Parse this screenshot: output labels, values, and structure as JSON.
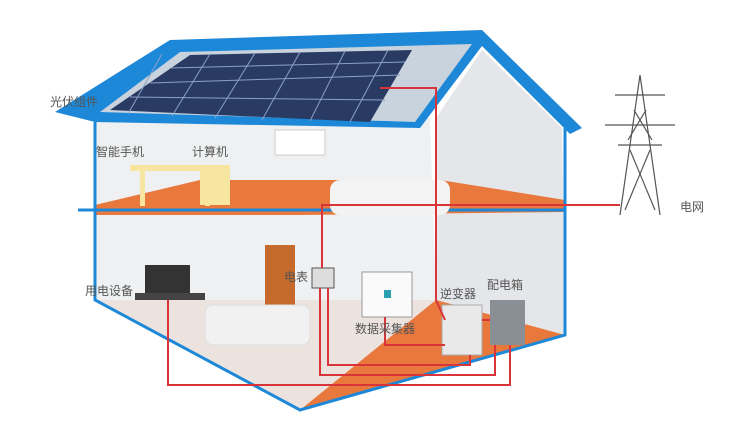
{
  "labels": {
    "pv_modules": "光伏组件",
    "smartphone": "智能手机",
    "computer": "计算机",
    "grid": "电网",
    "appliances": "用电设备",
    "meter": "电表",
    "inverter": "逆变器",
    "distribution_box": "配电箱",
    "data_logger": "数据采集器"
  },
  "colors": {
    "roof": "#1e88d8",
    "panel": "#2a3b63",
    "floor": "#e8783c",
    "wire": "#d8343a",
    "wall": "#eceef0"
  }
}
